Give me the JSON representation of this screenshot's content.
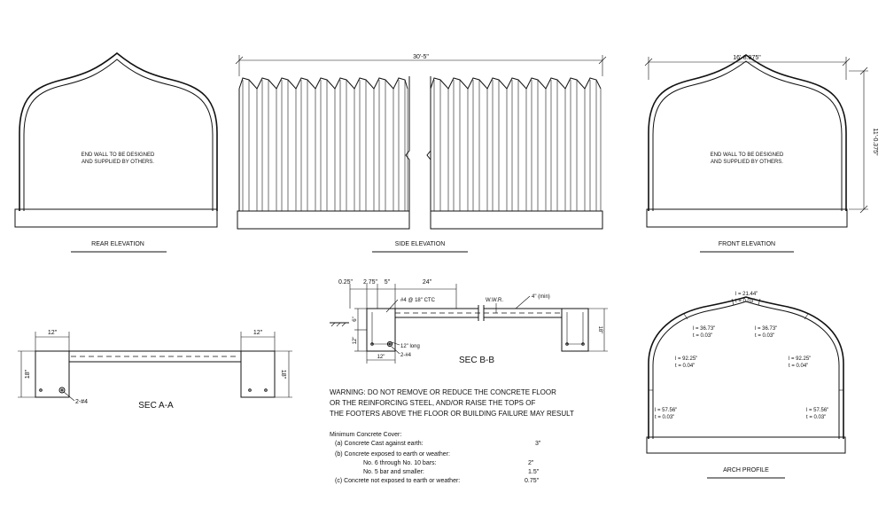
{
  "rear_elevation": {
    "title": "REAR ELEVATION",
    "note_line1": "END WALL TO BE DESIGNED",
    "note_line2": "AND SUPPLIED BY OTHERS."
  },
  "side_elevation": {
    "title": "SIDE ELEVATION",
    "overall_dim": "30'-5\""
  },
  "front_elevation": {
    "title": "FRONT ELEVATION",
    "width_dim": "16'-8.875\"",
    "height_dim": "11'-0.375\"",
    "note_line1": "END WALL TO BE DESIGNED",
    "note_line2": "AND SUPPLIED BY OTHERS."
  },
  "sec_a": {
    "title": "SEC A-A",
    "left_width": "12\"",
    "right_width": "12\"",
    "left_height": "18\"",
    "right_height": "18\"",
    "bar_label": "2-#4"
  },
  "sec_b": {
    "title": "SEC B-B",
    "dim_025": "0.25\"",
    "dim_275": "2.75\"",
    "dim_5": "5\"",
    "dim_24": "24\"",
    "rebar_note": "#4 @ 18\" CTC",
    "wwr": "W.W.R.",
    "slab_min": "4\" (min)",
    "left_6": "6\"",
    "left_12": "12\"",
    "hook": "12\" long",
    "bottom_12": "12\"",
    "bars": "2-#4",
    "right_18": "18\""
  },
  "warning": {
    "line1": "WARNING: DO NOT REMOVE OR REDUCE THE CONCRETE FLOOR",
    "line2": "OR THE REINFORCING STEEL, AND/OR RAISE THE TOPS OF",
    "line3": "THE FOOTERS ABOVE THE FLOOR OR BUILDING FAILURE MAY RESULT"
  },
  "cover": {
    "heading": "Minimum Concrete Cover:",
    "a_label": "(a)  Concrete Cast against earth:",
    "a_value": "3\"",
    "b_label": "(b)  Concrete exposed to earth or weather:",
    "b1_label": "No. 6 through No. 10 bars:",
    "b1_value": "2\"",
    "b2_label": "No. 5 bar and smaller:",
    "b2_value": "1.5\"",
    "c_label": "(c)  Concrete not exposed to earth or weather:",
    "c_value": "0.75\""
  },
  "arch_profile": {
    "title": "ARCH PROFILE",
    "top_l": "l = 21.44\"",
    "top_t": "t = 0.03\"",
    "ul_l": "l = 36.73\"",
    "ul_t": "t = 0.03\"",
    "ur_l": "l = 36.73\"",
    "ur_t": "t = 0.03\"",
    "ml_l": "l = 92.25\"",
    "ml_t": "t = 0.04\"",
    "mr_l": "l = 92.25\"",
    "mr_t": "t = 0.04\"",
    "ll_l": "l = 57.56\"",
    "ll_t": "t = 0.03\"",
    "lr_l": "l = 57.56\"",
    "lr_t": "t = 0.03\""
  }
}
